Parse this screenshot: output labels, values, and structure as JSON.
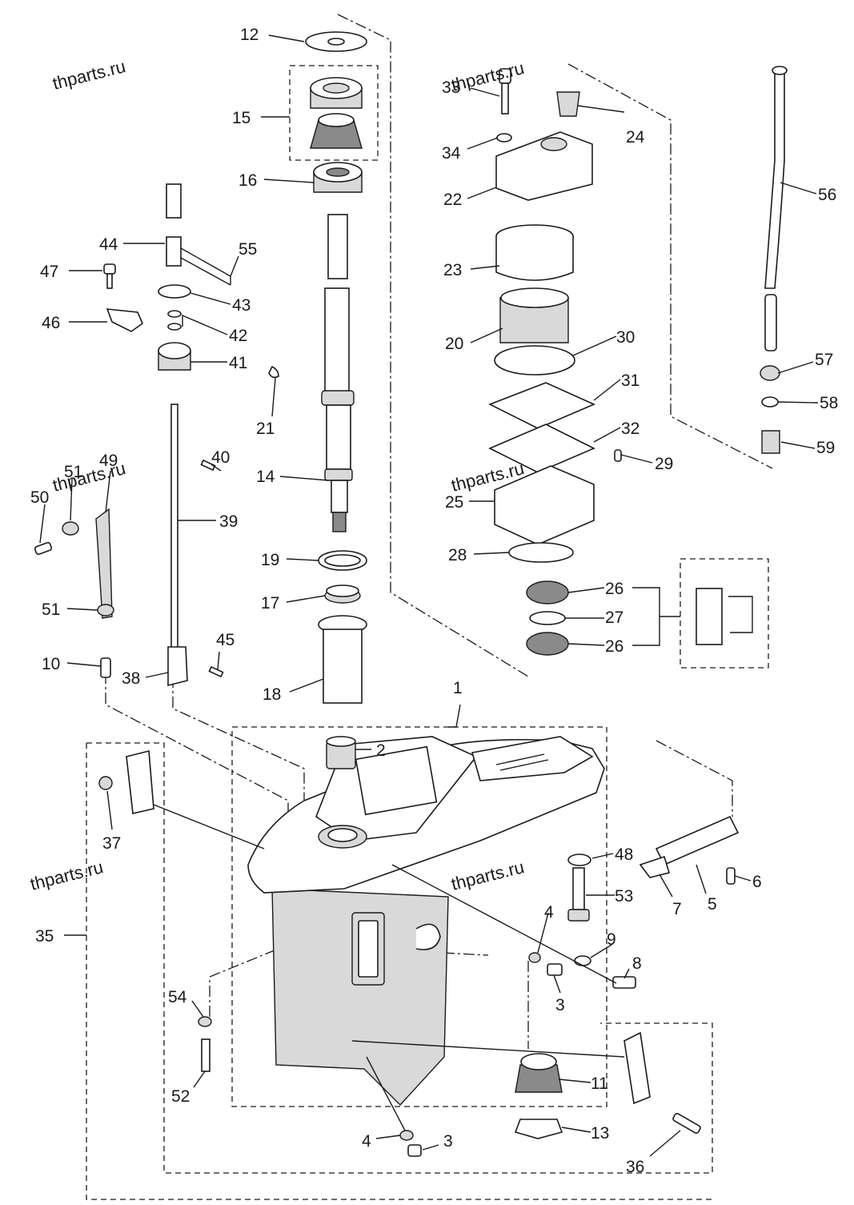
{
  "watermark": "thparts.ru",
  "callouts": [
    "1",
    "2",
    "3",
    "3",
    "4",
    "4",
    "5",
    "6",
    "7",
    "8",
    "9",
    "10",
    "11",
    "12",
    "13",
    "14",
    "15",
    "16",
    "17",
    "18",
    "19",
    "20",
    "21",
    "22",
    "23",
    "24",
    "25",
    "26",
    "26",
    "27",
    "28",
    "29",
    "30",
    "31",
    "32",
    "33",
    "34",
    "35",
    "36",
    "37",
    "38",
    "39",
    "40",
    "41",
    "42",
    "43",
    "44",
    "45",
    "46",
    "47",
    "48",
    "49",
    "50",
    "51",
    "51",
    "52",
    "53",
    "54",
    "55",
    "56",
    "57",
    "58",
    "59"
  ]
}
